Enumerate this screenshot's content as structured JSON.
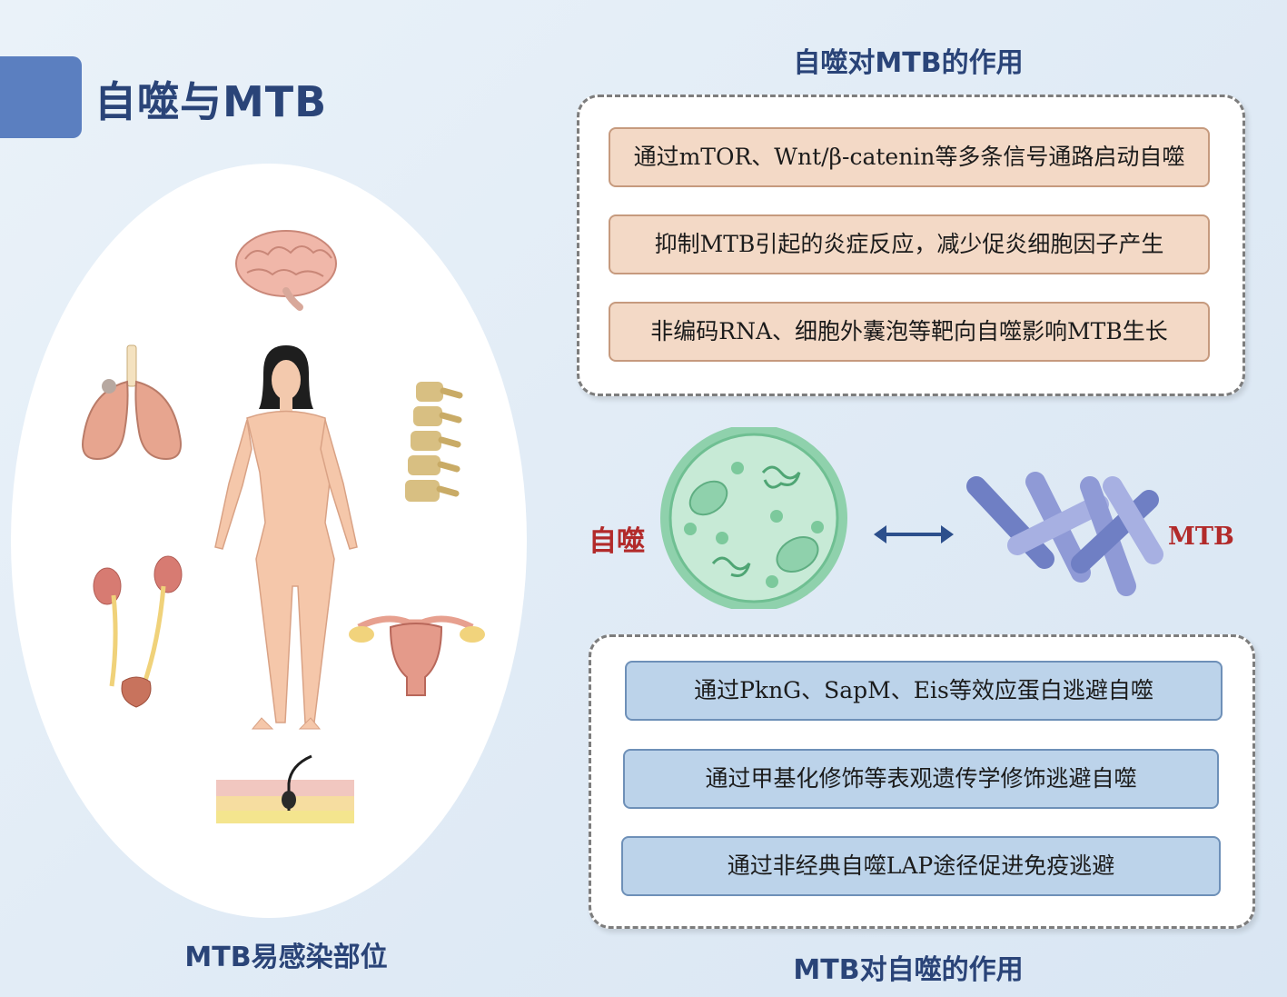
{
  "title": "自噬与MTB",
  "left_panel": {
    "caption": "MTB易感染部位"
  },
  "autophagy_effects": {
    "heading": "自噬对MTB的作用",
    "items": [
      "通过mTOR、Wnt/β-catenin等多条信号通路启动自噬",
      "抑制MTB引起的炎症反应，减少促炎细胞因子产生",
      "非编码RNA、细胞外囊泡等靶向自噬影响MTB生长"
    ]
  },
  "interaction": {
    "left_label": "自噬",
    "right_label": "MTB"
  },
  "mtb_effects": {
    "heading": "MTB对自噬的作用",
    "items": [
      "通过PknG、SapM、Eis等效应蛋白逃避自噬",
      "通过甲基化修饰等表观遗传学修饰逃避自噬",
      "通过非经典自噬LAP途径促进免疫逃避"
    ]
  },
  "colors": {
    "title_block": "#5b7fc0",
    "heading_text": "#2a4478",
    "label_red": "#b22a2a",
    "peach_box": "#f3d9c6",
    "blue_box": "#bcd3ea",
    "autophagosome": "#8fd1ac",
    "bacilli": "#8f9ad6"
  },
  "icons": [
    "brain-icon",
    "lungs-icon",
    "spine-icon",
    "human-body-icon",
    "kidney-urinary-icon",
    "uterus-icon",
    "skin-icon",
    "autophagosome-icon",
    "double-arrow-icon",
    "mtb-bacilli-icon"
  ]
}
